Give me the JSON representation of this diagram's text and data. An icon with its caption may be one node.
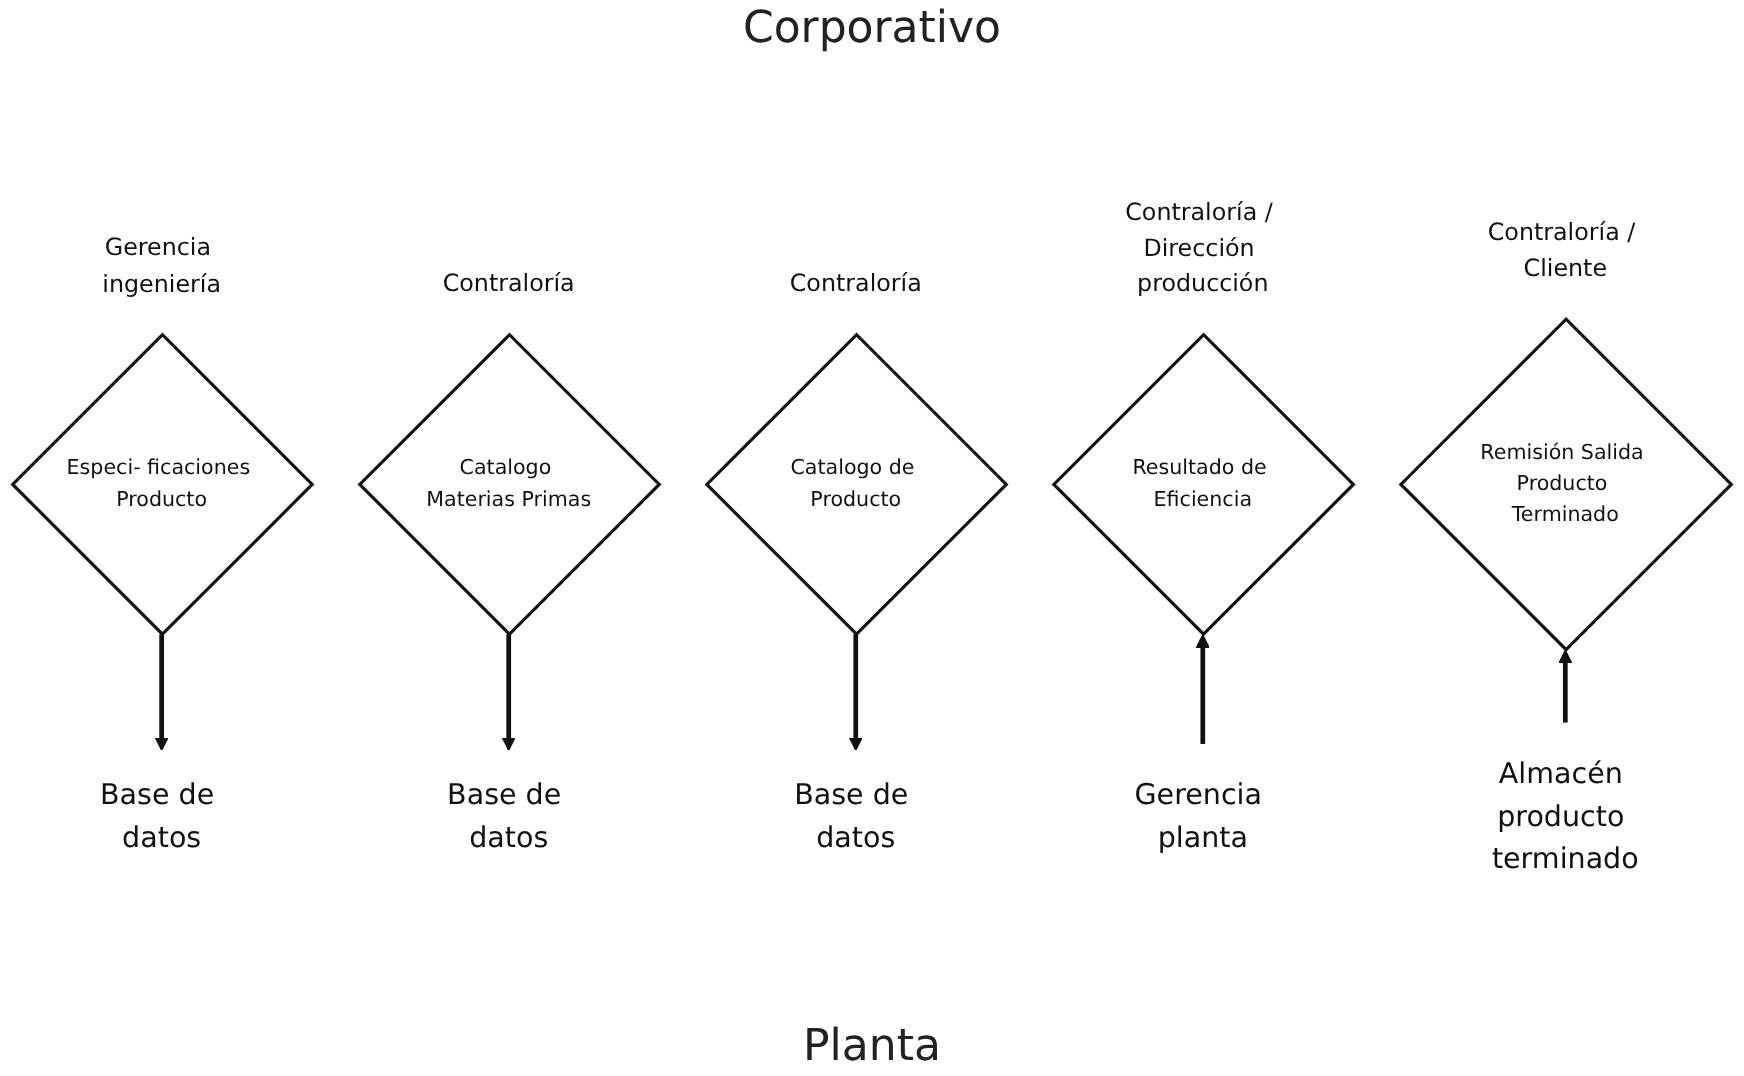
{
  "diagram": {
    "nodes": [
      {
        "text": [
          "Especi- ficaciones Producto"
        ],
        "beside": [
          "Gerencia ingeniería"
        ]
      },
      {
        "text": [
          "Catalogo Materias Primas"
        ],
        "beside": [
          "Contraloría"
        ]
      },
      {
        "text": [
          "Catalogo de Producto"
        ],
        "beside": [
          "Contraloría"
        ]
      },
      {
        "text": [
          "Resultado de Eficiencia"
        ],
        "beside": [
          "Contraloría / Dirección producción"
        ]
      },
      {
        "text": [
          "Remisión Salida Producto Terminado"
        ],
        "beside": [
          "Contraloría / Cliente"
        ]
      },
      {
        "text": [
          "Base de datos"
        ]
      },
      {
        "text": [
          "Base de datos"
        ]
      },
      {
        "text": [
          "Base de datos"
        ]
      },
      {
        "text": [
          "Gerencia planta"
        ]
      },
      {
        "text": [
          "Almacén producto terminado"
        ]
      }
    ],
    "edges": [
      {
        "from": 0,
        "to": 5,
        "arrow": "to"
      },
      {
        "from": 1,
        "to": 6,
        "arrow": "to"
      },
      {
        "from": 2,
        "to": 7,
        "arrow": "to"
      },
      {
        "from": 8,
        "to": 3,
        "arrow": "to"
      },
      {
        "from": 9,
        "to": 4,
        "arrow": "to"
      }
    ],
    "labels": [
      "Corporativo",
      "Planta"
    ]
  }
}
